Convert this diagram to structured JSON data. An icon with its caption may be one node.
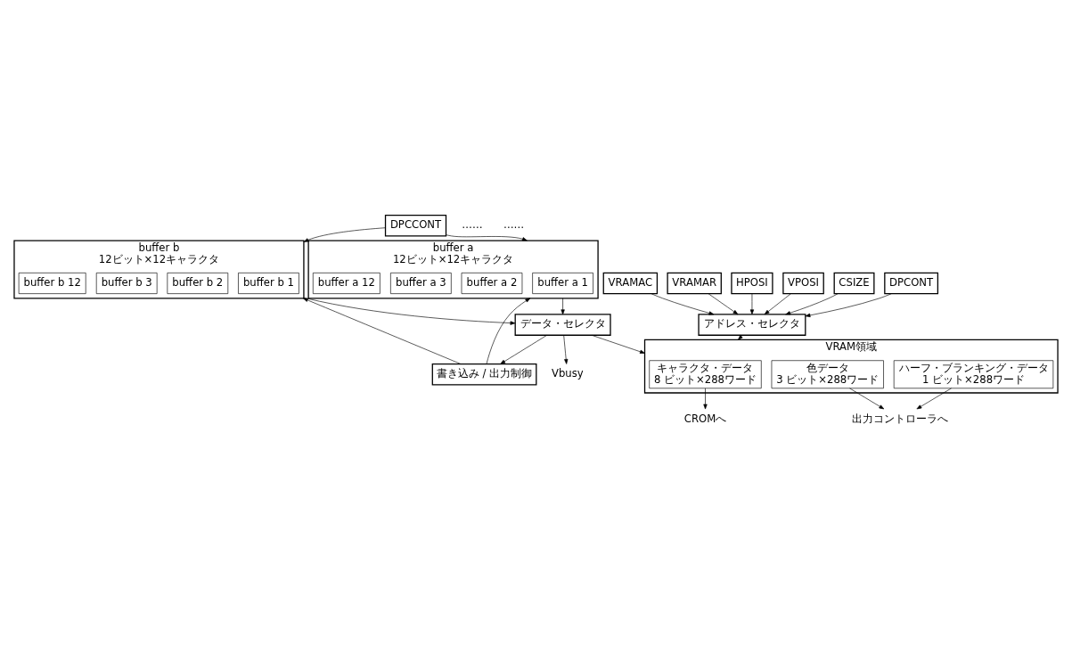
{
  "diagram": {
    "nodes": [
      {
        "text": [
          "buffer a",
          "12ビット×12キャラクタ"
        ]
      },
      {
        "text": [
          "buffer a 1"
        ],
        "in": 0
      },
      {
        "text": [
          "buffer a 2"
        ],
        "in": 0
      },
      {
        "text": [
          "buffer a 3"
        ],
        "in": 0
      },
      {
        "text": [
          "buffer a 12"
        ],
        "in": 0
      },
      {
        "text": [
          "buffer b",
          "12ビット×12キャラクタ"
        ]
      },
      {
        "text": [
          "buffer b 1"
        ],
        "in": 5
      },
      {
        "text": [
          "buffer b 2"
        ],
        "in": 5
      },
      {
        "text": [
          "buffer b 3"
        ],
        "in": 5
      },
      {
        "text": [
          "buffer b 12"
        ],
        "in": 5
      },
      {
        "text": [
          "DPCCONT"
        ]
      },
      {
        "text": [
          "書き込み / 出力制御"
        ]
      },
      {
        "text": [
          "データ・セレクタ"
        ]
      },
      {
        "text": [
          "Vbusy"
        ]
      },
      {
        "text": [
          "HPOSI"
        ]
      },
      {
        "text": [
          "VPOSI"
        ]
      },
      {
        "text": [
          "CSIZE"
        ]
      },
      {
        "text": [
          "DPCONT"
        ]
      },
      {
        "text": [
          "VRAMAC"
        ]
      },
      {
        "text": [
          "VRAMAR"
        ]
      },
      {
        "text": [
          "アドレス・セレクタ"
        ]
      },
      {
        "text": [
          "VRAM領域"
        ]
      },
      {
        "text": [
          "キャラクタ・データ",
          "8 ビット×288ワード"
        ],
        "in": 21
      },
      {
        "text": [
          "色データ",
          "3 ビット×288ワード"
        ],
        "in": 21
      },
      {
        "text": [
          "ハーフ・ブランキング・データ",
          "1 ビット×288ワード"
        ],
        "in": 21
      },
      {
        "text": [
          "CROMへ"
        ]
      },
      {
        "text": [
          "出力コントローラへ"
        ]
      }
    ],
    "edges": [
      {
        "from": 10,
        "to": 0,
        "arrow": "to"
      },
      {
        "from": 10,
        "to": 5,
        "arrow": "to"
      },
      {
        "from": 0,
        "to": 12,
        "arrow": "to"
      },
      {
        "from": 5,
        "to": 12,
        "arrow": "to"
      },
      {
        "from": 12,
        "to": 13,
        "arrow": "to"
      },
      {
        "from": 12,
        "to": 11,
        "arrow": "to"
      },
      {
        "from": 11,
        "to": 0,
        "arrow": "to"
      },
      {
        "from": 11,
        "to": 5,
        "arrow": "to"
      },
      {
        "from": 12,
        "to": 21,
        "arrow": "to"
      },
      {
        "from": 14,
        "to": 20,
        "arrow": "to"
      },
      {
        "from": 15,
        "to": 20,
        "arrow": "to"
      },
      {
        "from": 16,
        "to": 20,
        "arrow": "to"
      },
      {
        "from": 17,
        "to": 20,
        "arrow": "to"
      },
      {
        "from": 18,
        "to": 20,
        "arrow": "to"
      },
      {
        "from": 19,
        "to": 20,
        "arrow": "to"
      },
      {
        "from": 20,
        "to": 21,
        "arrow": "to"
      },
      {
        "from": 22,
        "to": 25,
        "arrow": "to"
      },
      {
        "from": 23,
        "to": 26,
        "arrow": "to"
      },
      {
        "from": 24,
        "to": 26,
        "arrow": "to"
      }
    ],
    "labels": [
      "……",
      "……"
    ]
  }
}
